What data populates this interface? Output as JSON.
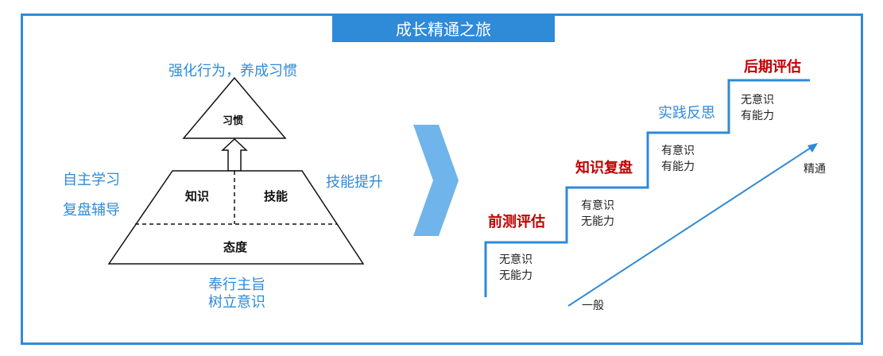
{
  "title": "成长精通之旅",
  "pyramid": {
    "top_label": "强化行为，养成习惯",
    "apex": "习惯",
    "middle_left": "知识",
    "middle_right": "技能",
    "base": "态度",
    "left_1": "自主学习",
    "left_2": "复盘辅导",
    "right_1": "技能提升",
    "bottom_1": "奉行主旨",
    "bottom_2": "树立意识"
  },
  "stairs": {
    "steps": [
      {
        "title": "前测评估",
        "line1": "无意识",
        "line2": "无能力"
      },
      {
        "title": "知识复盘",
        "line1": "有意识",
        "line2": "无能力"
      },
      {
        "title": "实践反思",
        "line1": "有意识",
        "line2": "有能力"
      },
      {
        "title": "后期评估",
        "line1": "无意识",
        "line2": "有能力"
      }
    ],
    "arrow_start": "一般",
    "arrow_end": "精通"
  },
  "colors": {
    "accent_blue": "#2f8ad8",
    "chevron_blue": "#6fb4ea",
    "title_red": "#c00000"
  }
}
